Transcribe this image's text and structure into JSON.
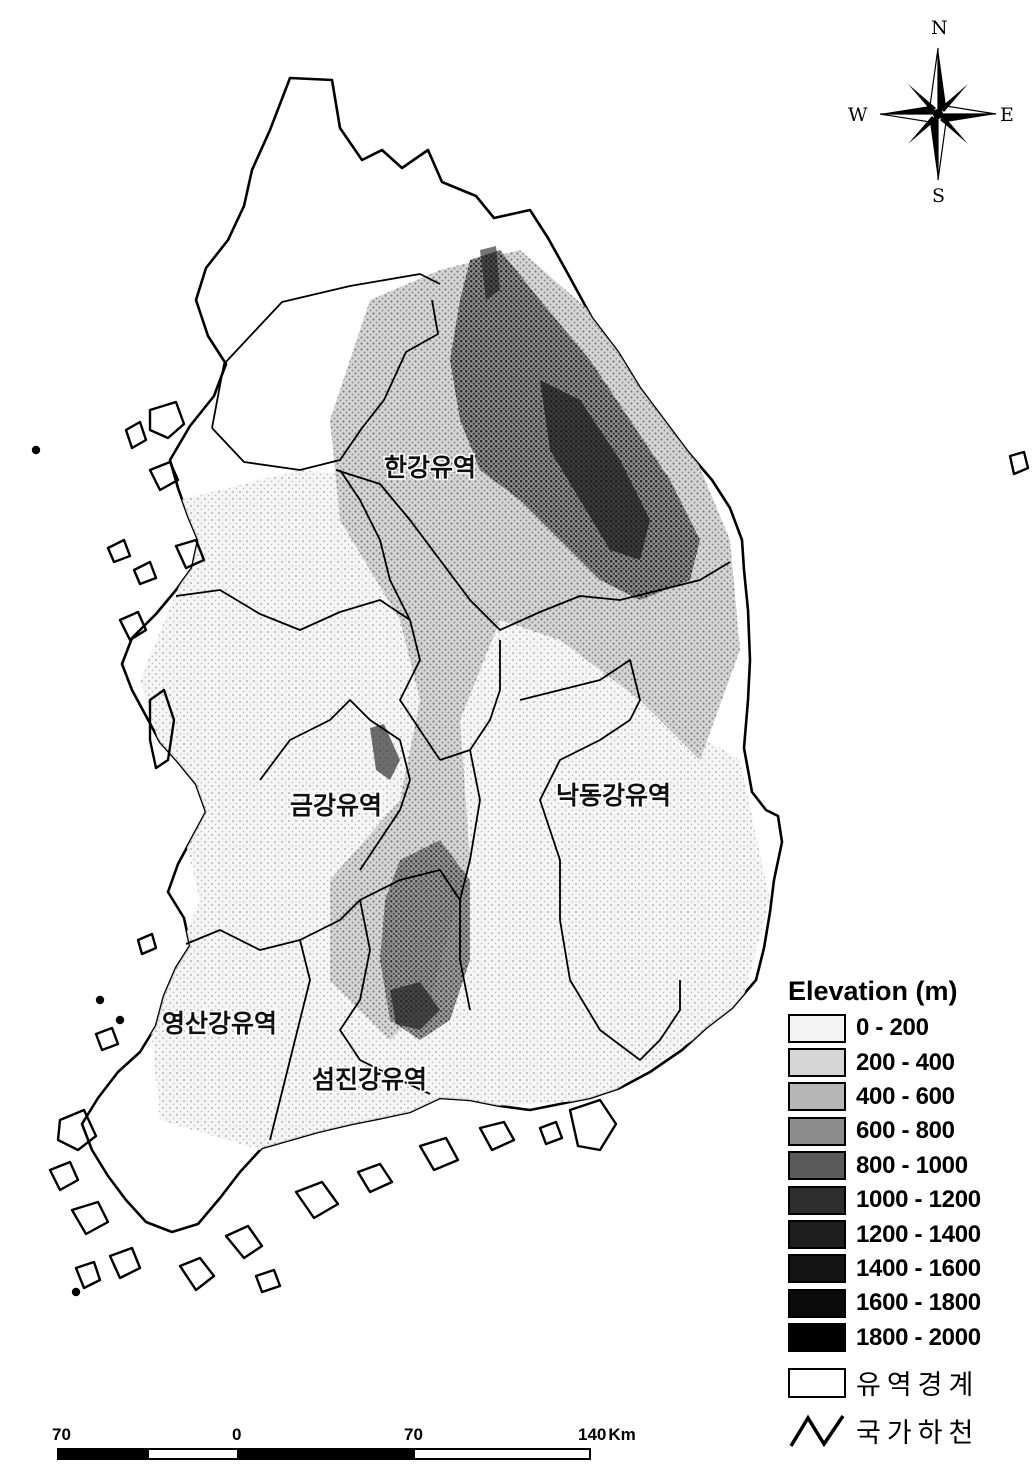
{
  "compass": {
    "north": "N",
    "south": "S",
    "east": "E",
    "west": "W"
  },
  "regions": [
    {
      "id": "han",
      "label": "한강유역"
    },
    {
      "id": "nakdong",
      "label": "낙동강유역"
    },
    {
      "id": "geum",
      "label": "금강유역"
    },
    {
      "id": "yeongsan",
      "label": "영산강유역"
    },
    {
      "id": "seomjin",
      "label": "섬진강유역"
    }
  ],
  "legend": {
    "title": "Elevation (m)",
    "classes": [
      {
        "range": "0 - 200",
        "color": "#f3f3f3"
      },
      {
        "range": "200 - 400",
        "color": "#d6d6d6"
      },
      {
        "range": "400 - 600",
        "color": "#b6b6b6"
      },
      {
        "range": "600 - 800",
        "color": "#8c8c8c"
      },
      {
        "range": "800 - 1000",
        "color": "#5a5a5a"
      },
      {
        "range": "1000 - 1200",
        "color": "#2e2e2e"
      },
      {
        "range": "1200 - 1400",
        "color": "#1e1e1e"
      },
      {
        "range": "1400 - 1600",
        "color": "#141414"
      },
      {
        "range": "1600 - 1800",
        "color": "#0b0b0b"
      },
      {
        "range": "1800 - 2000",
        "color": "#000000"
      }
    ],
    "boundary_label": "유역경계",
    "river_label": "국가하천"
  },
  "scale_bar": {
    "labels": [
      "70",
      "0",
      "70",
      "140"
    ],
    "unit": "Km"
  }
}
